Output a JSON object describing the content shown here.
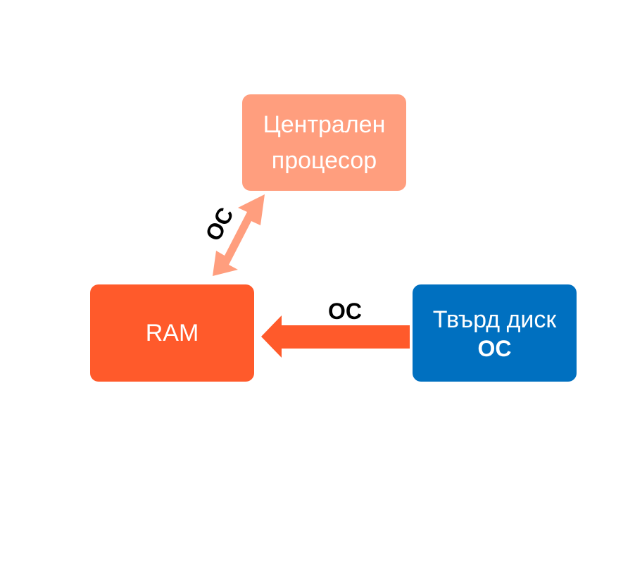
{
  "nodes": {
    "cpu": {
      "lines": [
        "Централен",
        "процесор"
      ],
      "color": "#FF9E7E"
    },
    "ram": {
      "lines": [
        "RAM"
      ],
      "color": "#FF5A2B"
    },
    "disk": {
      "lines": [
        "Твърд диск",
        "ОС"
      ],
      "color": "#0070C0"
    }
  },
  "edges": {
    "cpu_ram": {
      "label": "ОС",
      "direction": "bidirectional",
      "color": "#FF9E7E"
    },
    "disk_ram": {
      "label": "ОС",
      "direction": "disk-to-ram",
      "color": "#FF5A2B"
    }
  }
}
